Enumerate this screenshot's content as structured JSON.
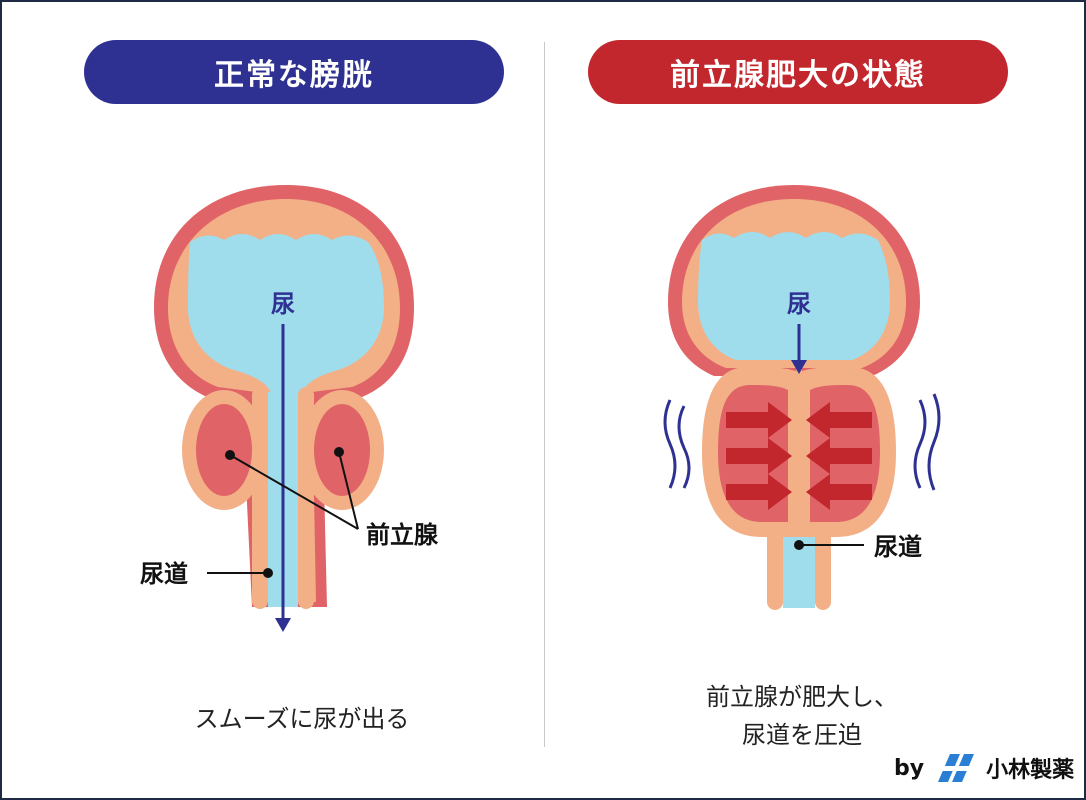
{
  "panels": {
    "normal": {
      "title": "正常な膀胱",
      "urine_label": "尿",
      "prostate_label": "前立腺",
      "urethra_label": "尿道",
      "caption": "スムーズに尿が出る"
    },
    "enlarged": {
      "title": "前立腺肥大の状態",
      "urine_label": "尿",
      "urethra_label": "尿道",
      "caption_line1": "前立腺が肥大し、",
      "caption_line2": "尿道を圧迫"
    }
  },
  "footer": {
    "by_text": "by",
    "brand_name": "小林製薬",
    "brand_logo": "kobayashi-logo-icon"
  },
  "colors": {
    "left_pill": "#2e3192",
    "right_pill": "#c1272d",
    "bladder_wall_outer": "#e06467",
    "bladder_wall_inner": "#f3b087",
    "urine": "#9fdcec",
    "prostate": "#e06467",
    "arrow_red": "#c1272d",
    "flow_arrow": "#2e3192"
  }
}
